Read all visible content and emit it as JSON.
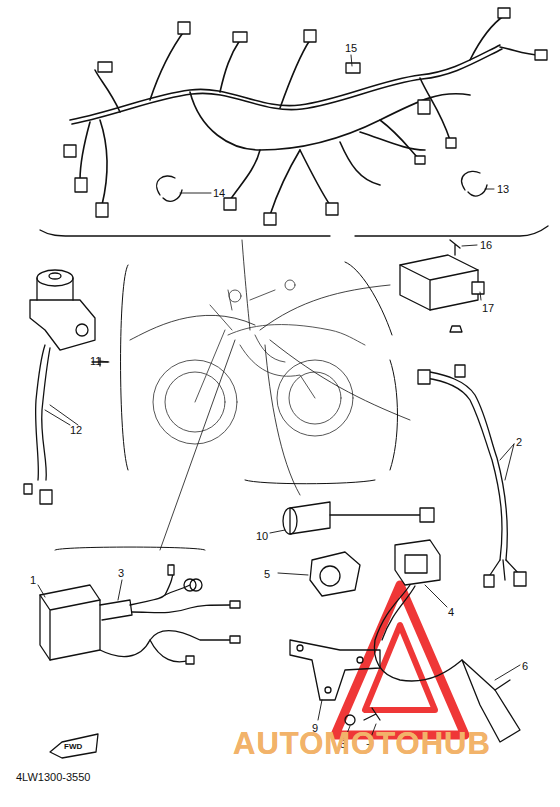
{
  "diagram": {
    "labels": [
      "15",
      "14",
      "13",
      "16",
      "17",
      "11",
      "12",
      "2",
      "10",
      "5",
      "4",
      "3",
      "1",
      "6",
      "9",
      "8",
      "7",
      "FWD",
      "4LW1300-3550",
      "AUTOMOTOHUB"
    ]
  }
}
